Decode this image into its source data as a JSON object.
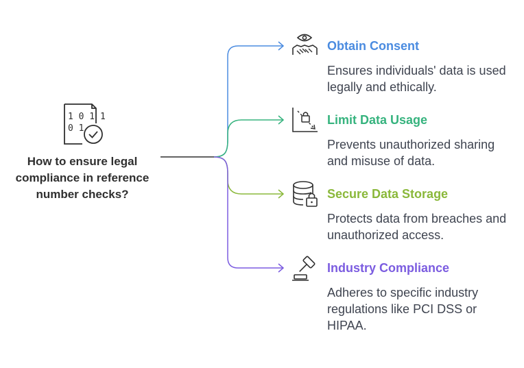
{
  "root": {
    "question": "How to ensure legal compliance in reference number checks?",
    "icon": "binary-document-check-icon"
  },
  "branches": [
    {
      "title": "Obtain Consent",
      "description": "Ensures individuals' data is used legally and ethically.",
      "color": "#4a8be0",
      "icon": "handshake-eye-icon"
    },
    {
      "title": "Limit Data Usage",
      "description": "Prevents unauthorized sharing and misuse of data.",
      "color": "#36b37e",
      "icon": "chart-lock-icon"
    },
    {
      "title": "Secure Data Storage",
      "description": "Protects data from breaches and unauthorized access.",
      "color": "#8ab83a",
      "icon": "database-lock-icon"
    },
    {
      "title": "Industry Compliance",
      "description": "Adheres to specific industry regulations like PCI DSS or HIPAA.",
      "color": "#7b5ce0",
      "icon": "gavel-icon"
    }
  ]
}
